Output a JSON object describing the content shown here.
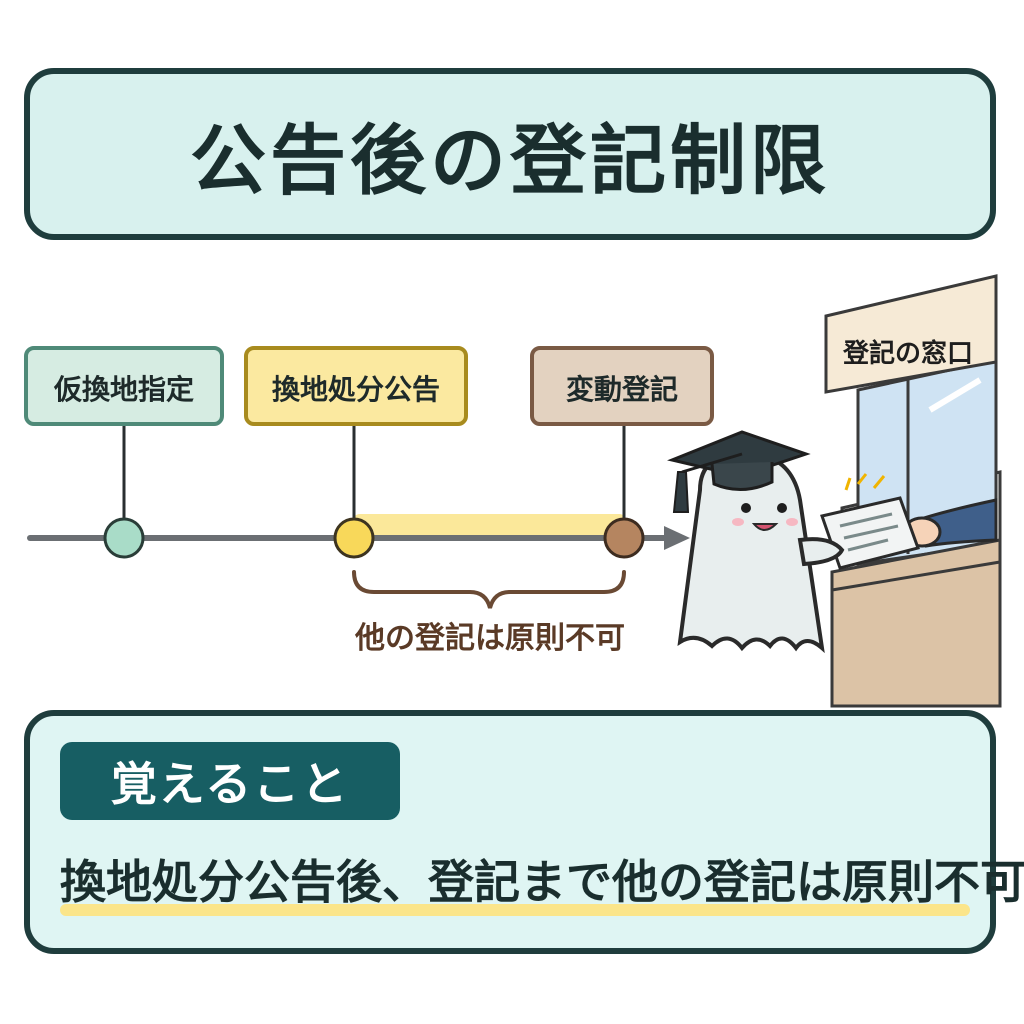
{
  "title": "公告後の登記制限",
  "timeline": {
    "stages": [
      {
        "label": "仮換地指定",
        "fill": "#d6ece2",
        "border": "#4f8a78",
        "dot": "#a9dcc8"
      },
      {
        "label": "換地処分公告",
        "fill": "#fbe9a0",
        "border": "#a88b1e",
        "dot": "#f8d85a"
      },
      {
        "label": "変動登記",
        "fill": "#e3d2c0",
        "border": "#7a5a44",
        "dot": "#b58560"
      }
    ],
    "brace_label": "他の登記は原則不可"
  },
  "counter": {
    "sign": "登記の窓口"
  },
  "summary": {
    "badge": "覚えること",
    "text": "換地処分公告後、登記まで他の登記は原則不可"
  },
  "colors": {
    "title_bg": "#d8f1ee",
    "border": "#1f3d3d",
    "badge_bg": "#175e63",
    "highlight": "#fbe58a",
    "axis": "#6b6f73",
    "brace": "#6a4a34"
  }
}
